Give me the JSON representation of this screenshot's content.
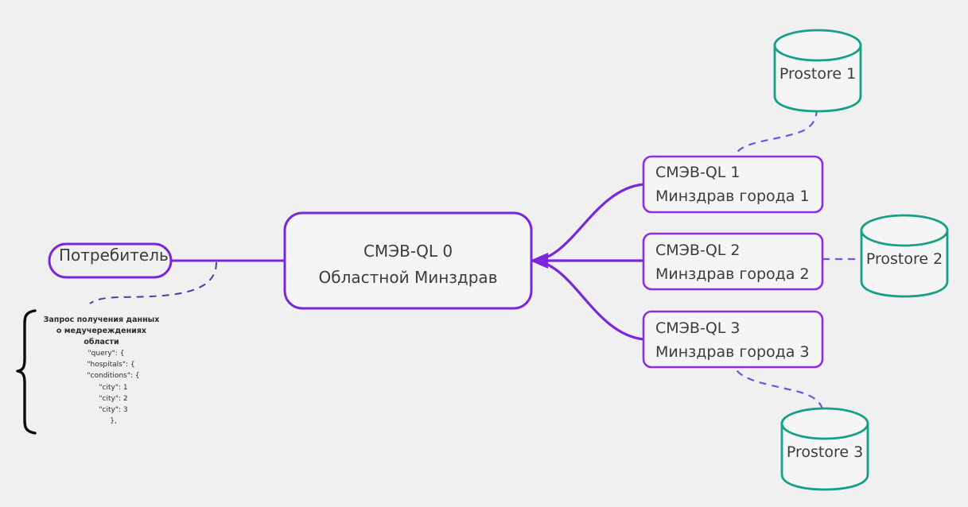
{
  "diagram": {
    "title": "SMEV-QL federated query topology",
    "background_color": "#f1f0f0",
    "colors": {
      "node_stroke": "#7b26da",
      "store_stroke": "#16a085",
      "text": "#3c3c3c",
      "annotation_dash": "#3b4a9e",
      "store_dash": "#7b4fe0",
      "brace": "#000000"
    }
  },
  "consumer": {
    "label": "Потребитель",
    "shape": "stadium"
  },
  "central": {
    "line1": "СМЭВ-QL 0",
    "line2": "Областной Минздрав",
    "shape": "rounded-rect"
  },
  "branches": [
    {
      "line1": "СМЭВ-QL 1",
      "line2": "Минздрав города 1"
    },
    {
      "line1": "СМЭВ-QL 2",
      "line2": "Минздрав города 2"
    },
    {
      "line1": "СМЭВ-QL 3",
      "line2": "Минздрав города 3"
    }
  ],
  "stores": [
    {
      "label": "Prostore 1",
      "shape": "cylinder"
    },
    {
      "label": "Prostore 2",
      "shape": "cylinder"
    },
    {
      "label": "Prostore 3",
      "shape": "cylinder"
    }
  ],
  "annotation": {
    "title_lines": [
      "Запрос получения данных",
      "о медучереждениях",
      "области"
    ],
    "code_lines": [
      {
        "text": "\"query\": {",
        "indent": 1
      },
      {
        "text": "\"hospitals\": {",
        "indent": 2
      },
      {
        "text": "\"conditions\": {",
        "indent": 3
      },
      {
        "text": "\"city\": 1",
        "indent": 3
      },
      {
        "text": "\"city\": 2",
        "indent": 3
      },
      {
        "text": "\"city\": 3",
        "indent": 3
      },
      {
        "text": "},",
        "indent": 3
      }
    ]
  }
}
